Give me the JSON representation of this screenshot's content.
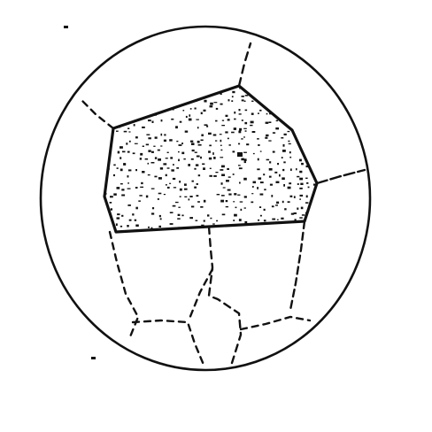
{
  "figure": {
    "kind": "circular cross-section sketch",
    "regions": [
      {
        "id": "shaded-region",
        "fill": "stippled"
      },
      {
        "id": "left-upper-segment",
        "fill": "blank"
      },
      {
        "id": "right-upper-segment",
        "fill": "blank"
      },
      {
        "id": "top-segment",
        "fill": "blank"
      },
      {
        "id": "left-lower-segment",
        "fill": "blank"
      },
      {
        "id": "center-lower-segment",
        "fill": "blank"
      },
      {
        "id": "right-lower-segment",
        "fill": "blank"
      },
      {
        "id": "bottom-center-segment",
        "fill": "blank"
      }
    ],
    "colors": {
      "ink": "#111111",
      "paper": "#ffffff"
    }
  }
}
